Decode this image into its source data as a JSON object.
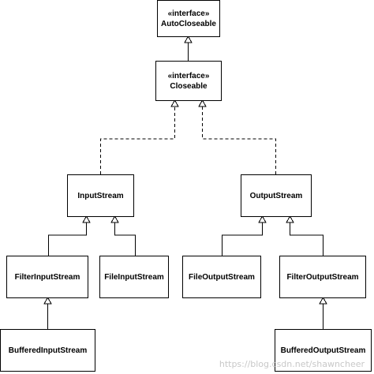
{
  "diagram": {
    "nodes": {
      "autocloseable": {
        "stereotype": "«interface»",
        "name": "AutoCloseable"
      },
      "closeable": {
        "stereotype": "«interface»",
        "name": "Closeable"
      },
      "inputstream": {
        "name": "InputStream"
      },
      "outputstream": {
        "name": "OutputStream"
      },
      "filterinputstream": {
        "name": "FilterInputStream"
      },
      "fileinputstream": {
        "name": "FileInputStream"
      },
      "fileoutputstream": {
        "name": "FileOutputStream"
      },
      "filteroutputstream": {
        "name": "FilterOutputStream"
      },
      "bufferedinputstream": {
        "name": "BufferedInputStream"
      },
      "bufferedoutputstream": {
        "name": "BufferedOutputStream"
      }
    },
    "edges": [
      {
        "from": "closeable",
        "to": "autocloseable",
        "type": "generalization"
      },
      {
        "from": "inputstream",
        "to": "closeable",
        "type": "realization"
      },
      {
        "from": "outputstream",
        "to": "closeable",
        "type": "realization"
      },
      {
        "from": "filterinputstream",
        "to": "inputstream",
        "type": "generalization"
      },
      {
        "from": "fileinputstream",
        "to": "inputstream",
        "type": "generalization"
      },
      {
        "from": "fileoutputstream",
        "to": "outputstream",
        "type": "generalization"
      },
      {
        "from": "filteroutputstream",
        "to": "outputstream",
        "type": "generalization"
      },
      {
        "from": "bufferedinputstream",
        "to": "filterinputstream",
        "type": "generalization"
      },
      {
        "from": "bufferedoutputstream",
        "to": "filteroutputstream",
        "type": "generalization"
      }
    ],
    "watermark": "https://blog.csdn.net/shawncheer"
  }
}
